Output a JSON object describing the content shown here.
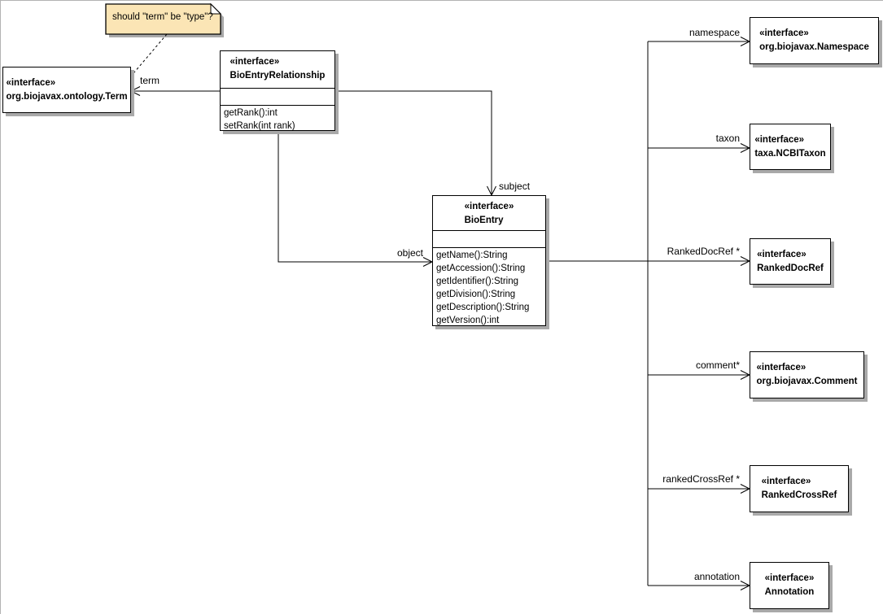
{
  "note": {
    "text": "should \"term\" be \"type\"?"
  },
  "classes": {
    "term": {
      "stereotype": "«interface»",
      "name": "org.biojavax.ontology.Term"
    },
    "bioEntryRelationship": {
      "stereotype": "«interface»",
      "name": "BioEntryRelationship",
      "methods": [
        "getRank():int",
        "setRank(int rank)"
      ]
    },
    "bioEntry": {
      "stereotype": "«interface»",
      "name": "BioEntry",
      "methods": [
        "getName():String",
        "getAccession():String",
        "getIdentifier():String",
        "getDivision():String",
        "getDescription():String",
        "getVersion():int"
      ]
    },
    "namespace": {
      "stereotype": "«interface»",
      "name": "org.biojavax.Namespace"
    },
    "ncbiTaxon": {
      "stereotype": "«interface»",
      "name": "taxa.NCBITaxon"
    },
    "rankedDocRef": {
      "stereotype": "«interface»",
      "name": "RankedDocRef"
    },
    "comment": {
      "stereotype": "«interface»",
      "name": "org.biojavax.Comment"
    },
    "rankedCrossRef": {
      "stereotype": "«interface»",
      "name": "RankedCrossRef"
    },
    "annotation": {
      "stereotype": "«interface»",
      "name": "Annotation"
    }
  },
  "edge_labels": {
    "term": "term",
    "subject": "subject",
    "object": "object",
    "namespace": "namespace",
    "taxon": "taxon",
    "rankedDocRef": "RankedDocRef *",
    "comment": "comment*",
    "rankedCrossRef": "rankedCrossRef *",
    "annotation": "annotation"
  },
  "colors": {
    "note_fill": "#FBE5B5",
    "box_fill": "#FFFFFF",
    "border": "#000000",
    "shadow": "#A9A9A9",
    "line": "#000000"
  }
}
